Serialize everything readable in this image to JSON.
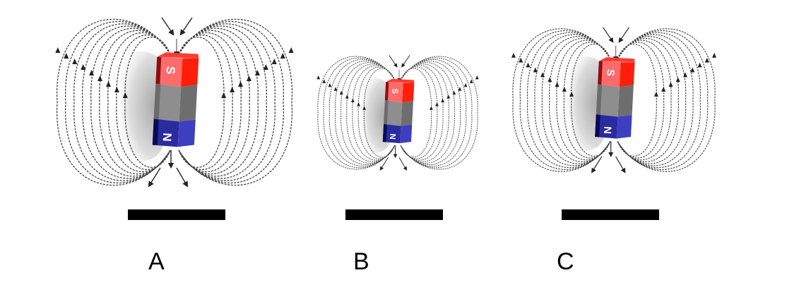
{
  "figure": {
    "description": "Magnetic field lines around a bar magnet at three scales",
    "colors": {
      "south_pole": "#ff2a1f",
      "body": "#8a8a8a",
      "north_pole": "#2a2aa8",
      "field_line": "#444444",
      "scale_bar": "#000000"
    },
    "panels": [
      {
        "id": "A",
        "label": "A",
        "magnet": {
          "top_pole_text": "S",
          "bottom_pole_text": "N"
        },
        "field_line_loops_per_side": 9
      },
      {
        "id": "B",
        "label": "B",
        "magnet": {
          "top_pole_text": "S",
          "bottom_pole_text": "N"
        },
        "field_line_loops_per_side": 9
      },
      {
        "id": "C",
        "label": "C",
        "magnet": {
          "top_pole_text": "S",
          "bottom_pole_text": "N"
        },
        "field_line_loops_per_side": 9
      }
    ]
  }
}
